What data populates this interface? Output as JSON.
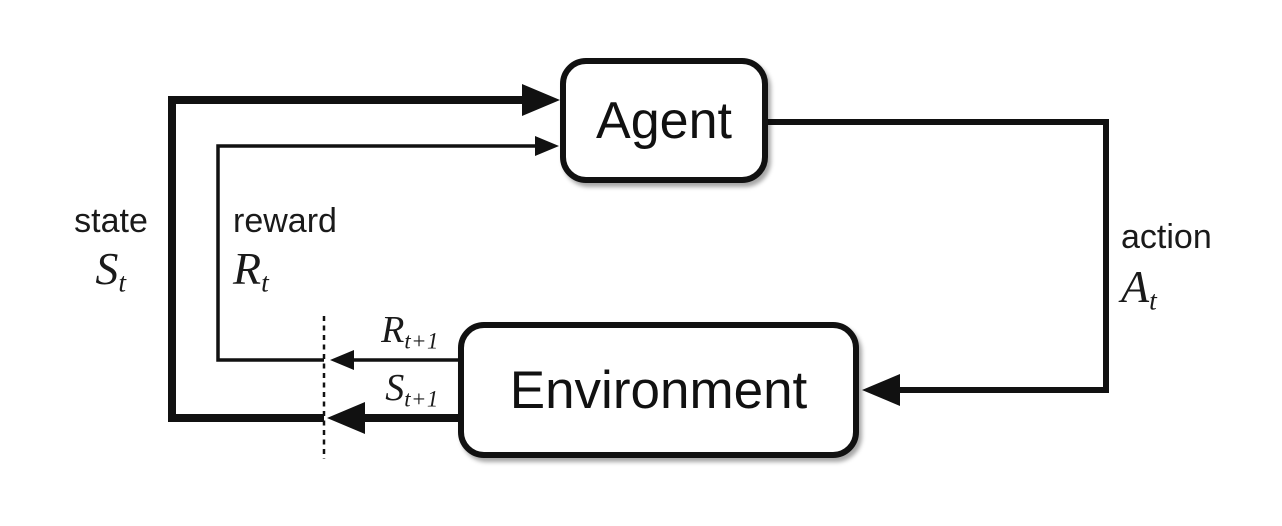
{
  "diagram": {
    "description": "Reinforcement learning agent-environment interaction loop",
    "nodes": {
      "agent": {
        "label": "Agent"
      },
      "environment": {
        "label": "Environment"
      }
    },
    "labels": {
      "state": {
        "word": "state",
        "base": "S",
        "sub": "t"
      },
      "reward": {
        "word": "reward",
        "base": "R",
        "sub": "t"
      },
      "action": {
        "word": "action",
        "base": "A",
        "sub": "t"
      },
      "reward_next": {
        "base": "R",
        "sub": "t+1"
      },
      "state_next": {
        "base": "S",
        "sub": "t+1"
      }
    },
    "edges": [
      {
        "name": "state-to-agent",
        "from": "environment",
        "to": "agent",
        "signal": "state S_t",
        "style": "thick"
      },
      {
        "name": "reward-to-agent",
        "from": "environment",
        "to": "agent",
        "signal": "reward R_t",
        "style": "thin"
      },
      {
        "name": "action-to-environment",
        "from": "agent",
        "to": "environment",
        "signal": "action A_t",
        "style": "medium"
      },
      {
        "name": "reward-out",
        "from": "environment",
        "to": "time-boundary",
        "signal": "R_t+1",
        "style": "thin"
      },
      {
        "name": "state-out",
        "from": "environment",
        "to": "time-boundary",
        "signal": "S_t+1",
        "style": "thick"
      }
    ],
    "time_boundary": {
      "type": "dashed-vertical-line"
    },
    "colors": {
      "line": "#111111",
      "background": "#ffffff",
      "box_fill": "#ffffff"
    }
  }
}
